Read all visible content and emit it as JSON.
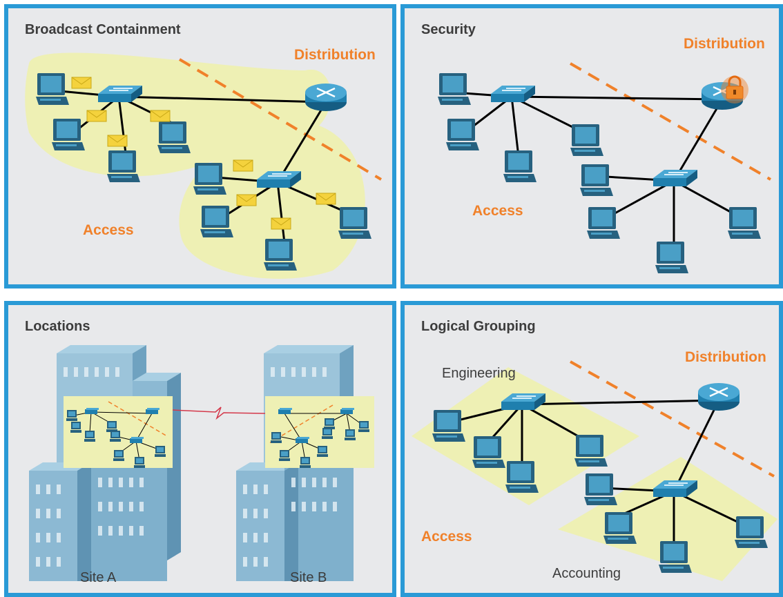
{
  "panels": {
    "broadcast": {
      "title": "Broadcast Containment",
      "distribution": "Distribution",
      "access": "Access"
    },
    "security": {
      "title": "Security",
      "distribution": "Distribution",
      "access": "Access"
    },
    "locations": {
      "title": "Locations",
      "site_a": "Site A",
      "site_b": "Site B"
    },
    "logical": {
      "title": "Logical Grouping",
      "distribution": "Distribution",
      "access": "Access",
      "engineering": "Engineering",
      "accounting": "Accounting"
    }
  },
  "colors": {
    "border": "#2a9ad6",
    "highlight": "#eef0b4",
    "label_orange": "#f0812a",
    "device_blue": "#1f7fae",
    "wan_link": "#d4384a"
  }
}
